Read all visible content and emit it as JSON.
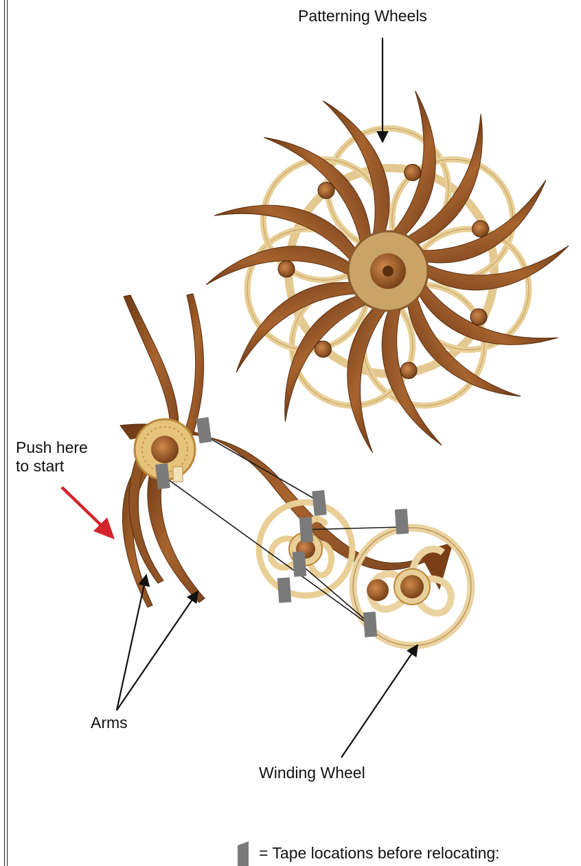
{
  "labels": {
    "patterning_wheels": "Patterning Wheels",
    "push_here": "Push here\nto start",
    "arms": "Arms",
    "winding_wheel": "Winding Wheel",
    "tape_legend": "= Tape locations before relocating:"
  },
  "colors": {
    "wood_dark": "#8a4f22",
    "wood_mid": "#a9652f",
    "wood_light": "#ead3a0",
    "wood_ring": "#e3c88f",
    "tape": "#7a7a7a",
    "red_arrow": "#d3242c",
    "line": "#111111"
  },
  "icons": {
    "tape_marker": "tape-marker-icon",
    "red_arrow": "red-arrow-icon"
  }
}
